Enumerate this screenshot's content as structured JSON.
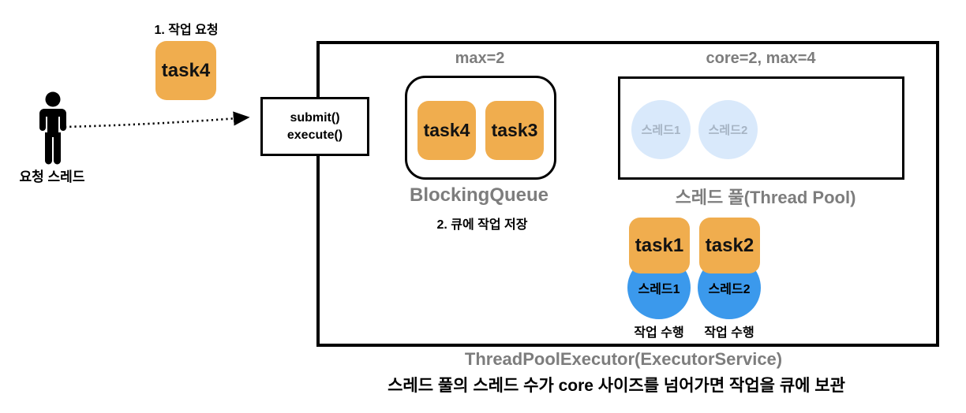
{
  "colors": {
    "task_fill": "#f0ad4e",
    "thread_active_fill": "#3b99ec",
    "thread_idle_fill": "#d9e9fb",
    "thread_idle_text": "#a6b4c4",
    "heading_gray": "#7d7d7d",
    "ink": "#000000"
  },
  "request": {
    "step_label": "1. 작업 요청",
    "task": "task4",
    "actor_label": "요청 스레드"
  },
  "submit_box": {
    "line1": "submit()",
    "line2": "execute()"
  },
  "queue": {
    "capacity_label": "max=2",
    "tasks": [
      "task4",
      "task3"
    ],
    "title": "BlockingQueue",
    "step_label": "2. 큐에 작업 저장"
  },
  "pool": {
    "capacity_label": "core=2, max=4",
    "idle_threads": [
      "스레드1",
      "스레드2"
    ],
    "title": "스레드 풀(Thread Pool)"
  },
  "workers": [
    {
      "task": "task1",
      "thread": "스레드1",
      "status": "작업 수행"
    },
    {
      "task": "task2",
      "thread": "스레드2",
      "status": "작업 수행"
    }
  ],
  "executor": {
    "title": "ThreadPoolExecutor(ExecutorService)"
  },
  "caption": "스레드 풀의 스레드 수가 core 사이즈를 넘어가면 작업을 큐에 보관"
}
